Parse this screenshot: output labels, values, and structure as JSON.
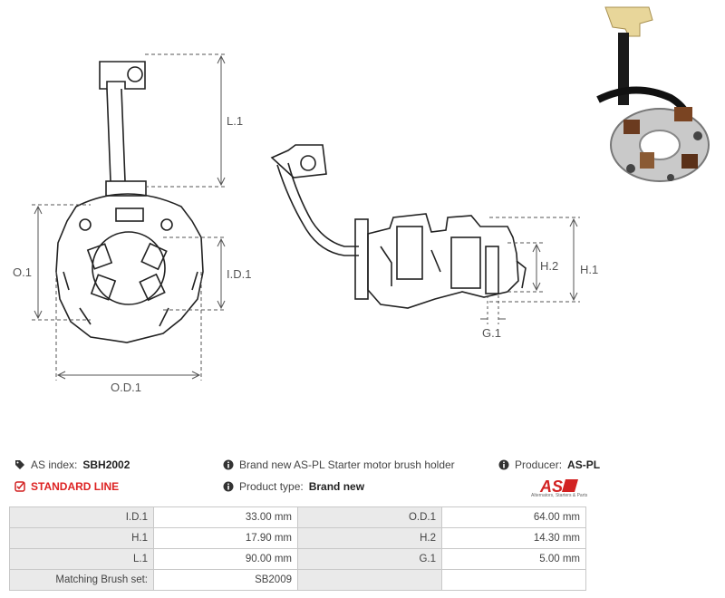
{
  "drawing": {
    "labels": {
      "l1": "L.1",
      "o1": "O.1",
      "id1": "I.D.1",
      "od1": "O.D.1",
      "h1": "H.1",
      "h2": "H.2",
      "g1": "G.1"
    }
  },
  "info": {
    "as_index_label": "AS index:",
    "as_index_value": "SBH2002",
    "description": "Brand new AS-PL Starter motor brush holder",
    "producer_label": "Producer:",
    "producer_value": "AS-PL",
    "standard_line": "STANDARD LINE",
    "product_type_label": "Product type:",
    "product_type_value": "Brand new",
    "logo_caption": "Alternators, Starters & Parts"
  },
  "colors": {
    "accent_red": "#d22222",
    "table_label_bg": "#eaeaea",
    "dimension_line": "#555555"
  },
  "specs": {
    "rows": [
      {
        "label1": "I.D.1",
        "value1": "33.00 mm",
        "label2": "O.D.1",
        "value2": "64.00 mm"
      },
      {
        "label1": "H.1",
        "value1": "17.90 mm",
        "label2": "H.2",
        "value2": "14.30 mm"
      },
      {
        "label1": "L.1",
        "value1": "90.00 mm",
        "label2": "G.1",
        "value2": "5.00 mm"
      },
      {
        "label1": "Matching Brush set:",
        "value1": "SB2009",
        "label2": "",
        "value2": ""
      }
    ]
  }
}
